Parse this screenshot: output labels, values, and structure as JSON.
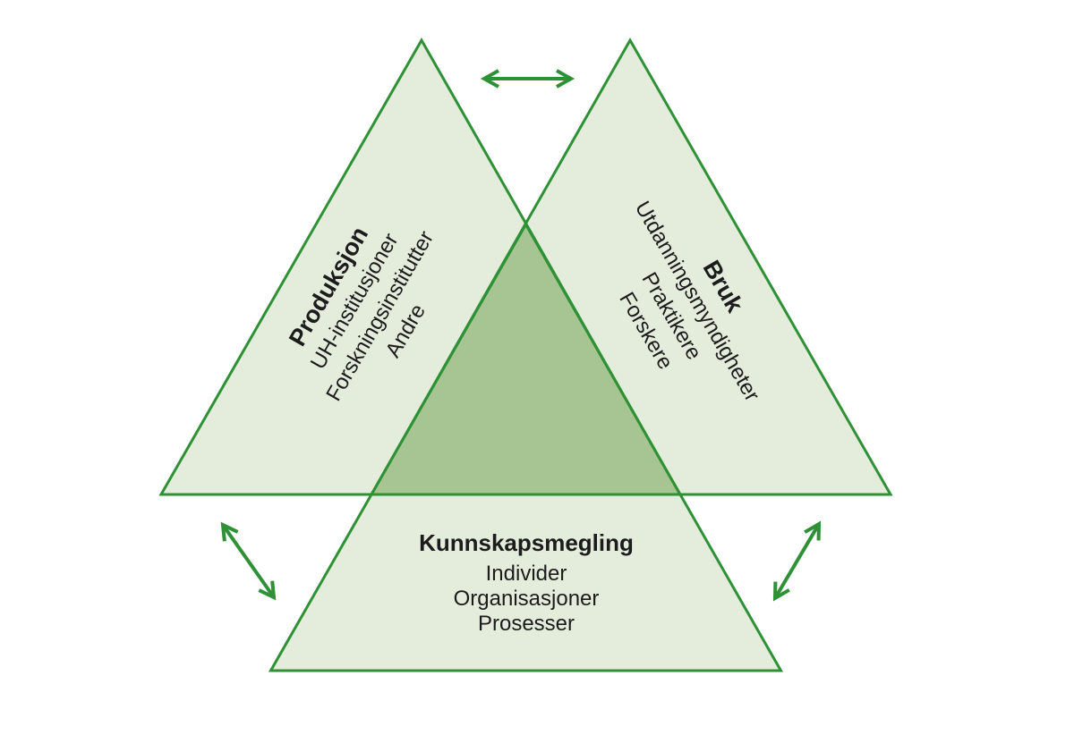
{
  "colors": {
    "background": "#ffffff",
    "triangle_fill": "#e4ecdc",
    "overlap_fill": "#a6c593",
    "line_green": "#2e9136",
    "text": "#1c1c1c"
  },
  "triangles": {
    "production": {
      "label": "Produksjon",
      "items": [
        "UH-institusjoner",
        "Forskningsinstitutter",
        "Andre"
      ]
    },
    "use": {
      "label": "Bruk",
      "items": [
        "Utdanningsmyndigheter",
        "Praktikere",
        "Forskere"
      ]
    },
    "brokering": {
      "label": "Kunnskapsmegling",
      "items": [
        "Individer",
        "Organisasjoner",
        "Prosesser"
      ]
    }
  },
  "arrows": [
    {
      "name": "production-use-arrow",
      "type": "double-headed",
      "orientation": "horizontal-top"
    },
    {
      "name": "production-brokering-arrow",
      "type": "double-headed",
      "orientation": "diagonal-bottom-left"
    },
    {
      "name": "use-brokering-arrow",
      "type": "double-headed",
      "orientation": "diagonal-bottom-right"
    }
  ]
}
